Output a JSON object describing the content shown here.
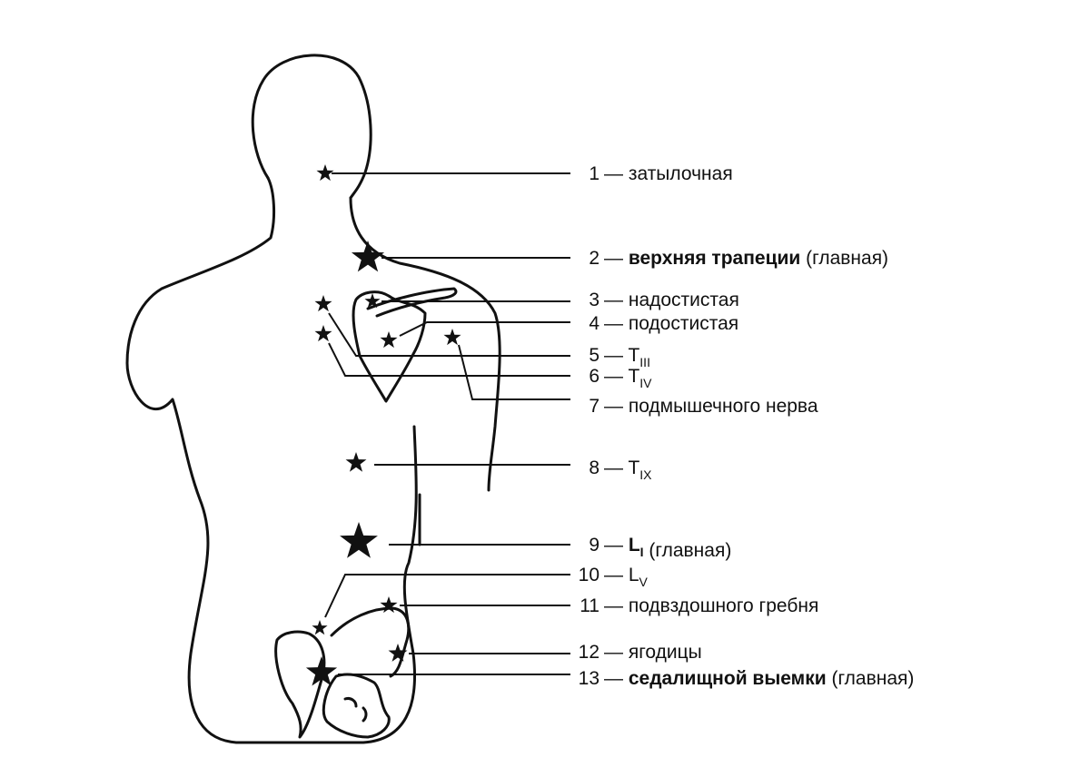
{
  "diagram": {
    "type": "anatomical-back-tender-points",
    "point_icon": "star-icon",
    "labels": [
      {
        "num": "1",
        "dash": "—",
        "parts": [
          {
            "text": "затылочная"
          }
        ]
      },
      {
        "num": "2",
        "dash": "—",
        "parts": [
          {
            "text": "верхняя трапеции",
            "bold": true
          },
          {
            "text": " (главная)"
          }
        ]
      },
      {
        "num": "3",
        "dash": "—",
        "parts": [
          {
            "text": "надостистая"
          }
        ]
      },
      {
        "num": "4",
        "dash": "—",
        "parts": [
          {
            "text": "подостистая"
          }
        ]
      },
      {
        "num": "5",
        "dash": "—",
        "parts": [
          {
            "text": "T"
          },
          {
            "text": "III",
            "sub": true
          }
        ]
      },
      {
        "num": "6",
        "dash": "—",
        "parts": [
          {
            "text": "T"
          },
          {
            "text": "IV",
            "sub": true
          }
        ]
      },
      {
        "num": "7",
        "dash": "—",
        "parts": [
          {
            "text": "подмышечного нерва"
          }
        ]
      },
      {
        "num": "8",
        "dash": "—",
        "parts": [
          {
            "text": "T"
          },
          {
            "text": "IX",
            "sub": true
          }
        ]
      },
      {
        "num": "9",
        "dash": "—",
        "parts": [
          {
            "text": "L",
            "bold": true
          },
          {
            "text": "I",
            "sub": true,
            "bold": true
          },
          {
            "text": " (главная)"
          }
        ]
      },
      {
        "num": "10",
        "dash": "—",
        "parts": [
          {
            "text": "L"
          },
          {
            "text": "V",
            "sub": true
          }
        ]
      },
      {
        "num": "11",
        "dash": "—",
        "parts": [
          {
            "text": "подвздошного гребня"
          }
        ]
      },
      {
        "num": "12",
        "dash": "—",
        "parts": [
          {
            "text": "ягодицы"
          }
        ]
      },
      {
        "num": "13",
        "dash": "—",
        "parts": [
          {
            "text": "седалищной выемки",
            "bold": true
          },
          {
            "text": " (главная)"
          }
        ]
      }
    ]
  }
}
